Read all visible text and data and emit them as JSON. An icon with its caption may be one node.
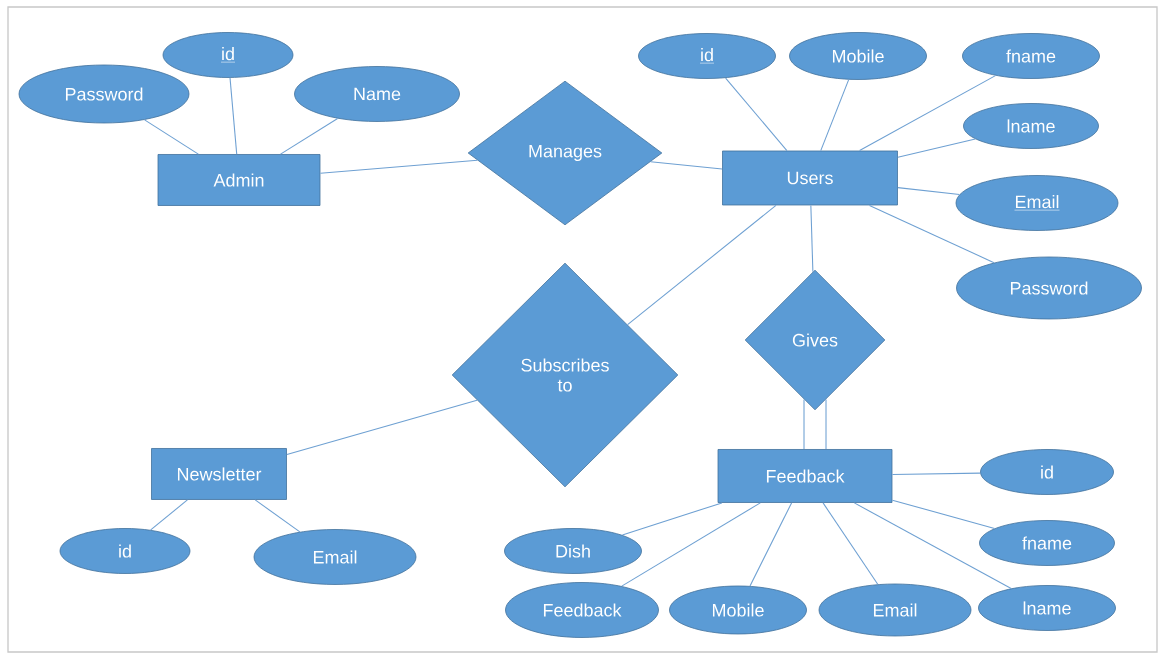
{
  "diagram": {
    "nodes": [
      {
        "text": [
          "id"
        ]
      },
      {
        "text": [
          "Password"
        ]
      },
      {
        "text": [
          "Name"
        ]
      },
      {
        "text": [
          "Admin"
        ]
      },
      {
        "text": [
          "Manages"
        ]
      },
      {
        "text": [
          "id"
        ]
      },
      {
        "text": [
          "Mobile"
        ]
      },
      {
        "text": [
          "fname"
        ]
      },
      {
        "text": [
          "lname"
        ]
      },
      {
        "text": [
          "Users"
        ]
      },
      {
        "text": [
          "Email"
        ]
      },
      {
        "text": [
          "Password"
        ]
      },
      {
        "text": [
          "Gives"
        ]
      },
      {
        "text": [
          "Subscribes to"
        ]
      },
      {
        "text": [
          "Newsletter"
        ]
      },
      {
        "text": [
          "Feedback"
        ]
      },
      {
        "text": [
          "id"
        ]
      },
      {
        "text": [
          "fname"
        ]
      },
      {
        "text": [
          "Dish"
        ]
      },
      {
        "text": [
          "Feedback"
        ]
      },
      {
        "text": [
          "Mobile"
        ]
      },
      {
        "text": [
          "Email"
        ]
      },
      {
        "text": [
          "lname"
        ]
      },
      {
        "text": [
          "id"
        ]
      },
      {
        "text": [
          "Email"
        ]
      }
    ],
    "edges": [
      {
        "from": 0,
        "to": 3,
        "arrow": "none"
      },
      {
        "from": 1,
        "to": 3,
        "arrow": "none"
      },
      {
        "from": 2,
        "to": 3,
        "arrow": "none"
      },
      {
        "from": 3,
        "to": 4,
        "arrow": "none"
      },
      {
        "from": 4,
        "to": 9,
        "arrow": "none"
      },
      {
        "from": 5,
        "to": 9,
        "arrow": "none"
      },
      {
        "from": 6,
        "to": 9,
        "arrow": "none"
      },
      {
        "from": 7,
        "to": 9,
        "arrow": "none"
      },
      {
        "from": 8,
        "to": 9,
        "arrow": "none"
      },
      {
        "from": 10,
        "to": 9,
        "arrow": "none"
      },
      {
        "from": 11,
        "to": 9,
        "arrow": "none"
      },
      {
        "from": 9,
        "to": 12,
        "arrow": "none"
      },
      {
        "from": 12,
        "to": 15,
        "arrow": "none"
      },
      {
        "from": 12,
        "to": 15,
        "arrow": "none"
      },
      {
        "from": 9,
        "to": 13,
        "arrow": "none"
      },
      {
        "from": 13,
        "to": 14,
        "arrow": "none"
      },
      {
        "from": 14,
        "to": 23,
        "arrow": "none"
      },
      {
        "from": 14,
        "to": 24,
        "arrow": "none"
      },
      {
        "from": 15,
        "to": 16,
        "arrow": "none"
      },
      {
        "from": 15,
        "to": 17,
        "arrow": "none"
      },
      {
        "from": 15,
        "to": 18,
        "arrow": "none"
      },
      {
        "from": 15,
        "to": 19,
        "arrow": "none"
      },
      {
        "from": 15,
        "to": 20,
        "arrow": "none"
      },
      {
        "from": 15,
        "to": 21,
        "arrow": "none"
      },
      {
        "from": 15,
        "to": 22,
        "arrow": "none"
      }
    ]
  }
}
